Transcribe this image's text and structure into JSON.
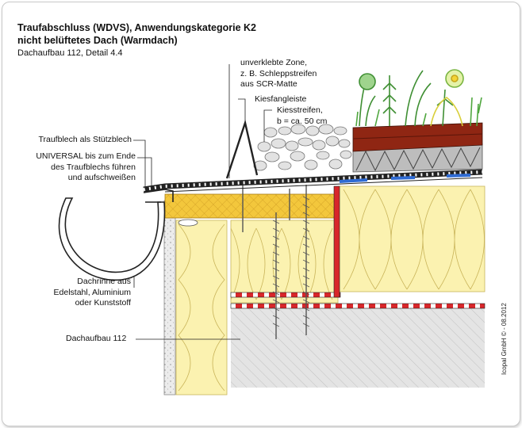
{
  "title_lines": [
    "Traufabschluss (WDVS), Anwendungskategorie K2",
    "nicht belüftetes Dach (Warmdach)"
  ],
  "subtitle": "Dachaufbau 112, Detail 4.4",
  "labels": {
    "zone": [
      "unverklebte Zone,",
      "z. B. Schleppstreifen",
      "aus SCR-Matte"
    ],
    "kiesfang": [
      "Kiesfangleiste"
    ],
    "kiesstreifen": [
      "Kiesstreifen,",
      "b = ca. 50 cm"
    ],
    "traufblech": [
      "Traufblech als Stützblech"
    ],
    "universal": [
      "UNIVERSAL bis zum Ende",
      "des Traufblechs führen",
      "und aufschweißen"
    ],
    "dachrinne": [
      "Dachrinne aus",
      "Edelstahl, Aluminium",
      "oder Kunststoff"
    ],
    "dachaufbau": [
      "Dachaufbau 112"
    ]
  },
  "copyright": "Icopal GmbH © - 08.2012",
  "colors": {
    "insulation": "#fbf2b0",
    "insulation_line": "#c9b45a",
    "wood": "#f3c73c",
    "soil": "#8f2613",
    "membrane": "#222222",
    "accent_red": "#d8262a",
    "accent_blue": "#2f6bd4",
    "concrete": "#e4e4e4",
    "plaster": "#ececec",
    "pebble": "#e2e2e2",
    "plant": "#4fa63e"
  }
}
